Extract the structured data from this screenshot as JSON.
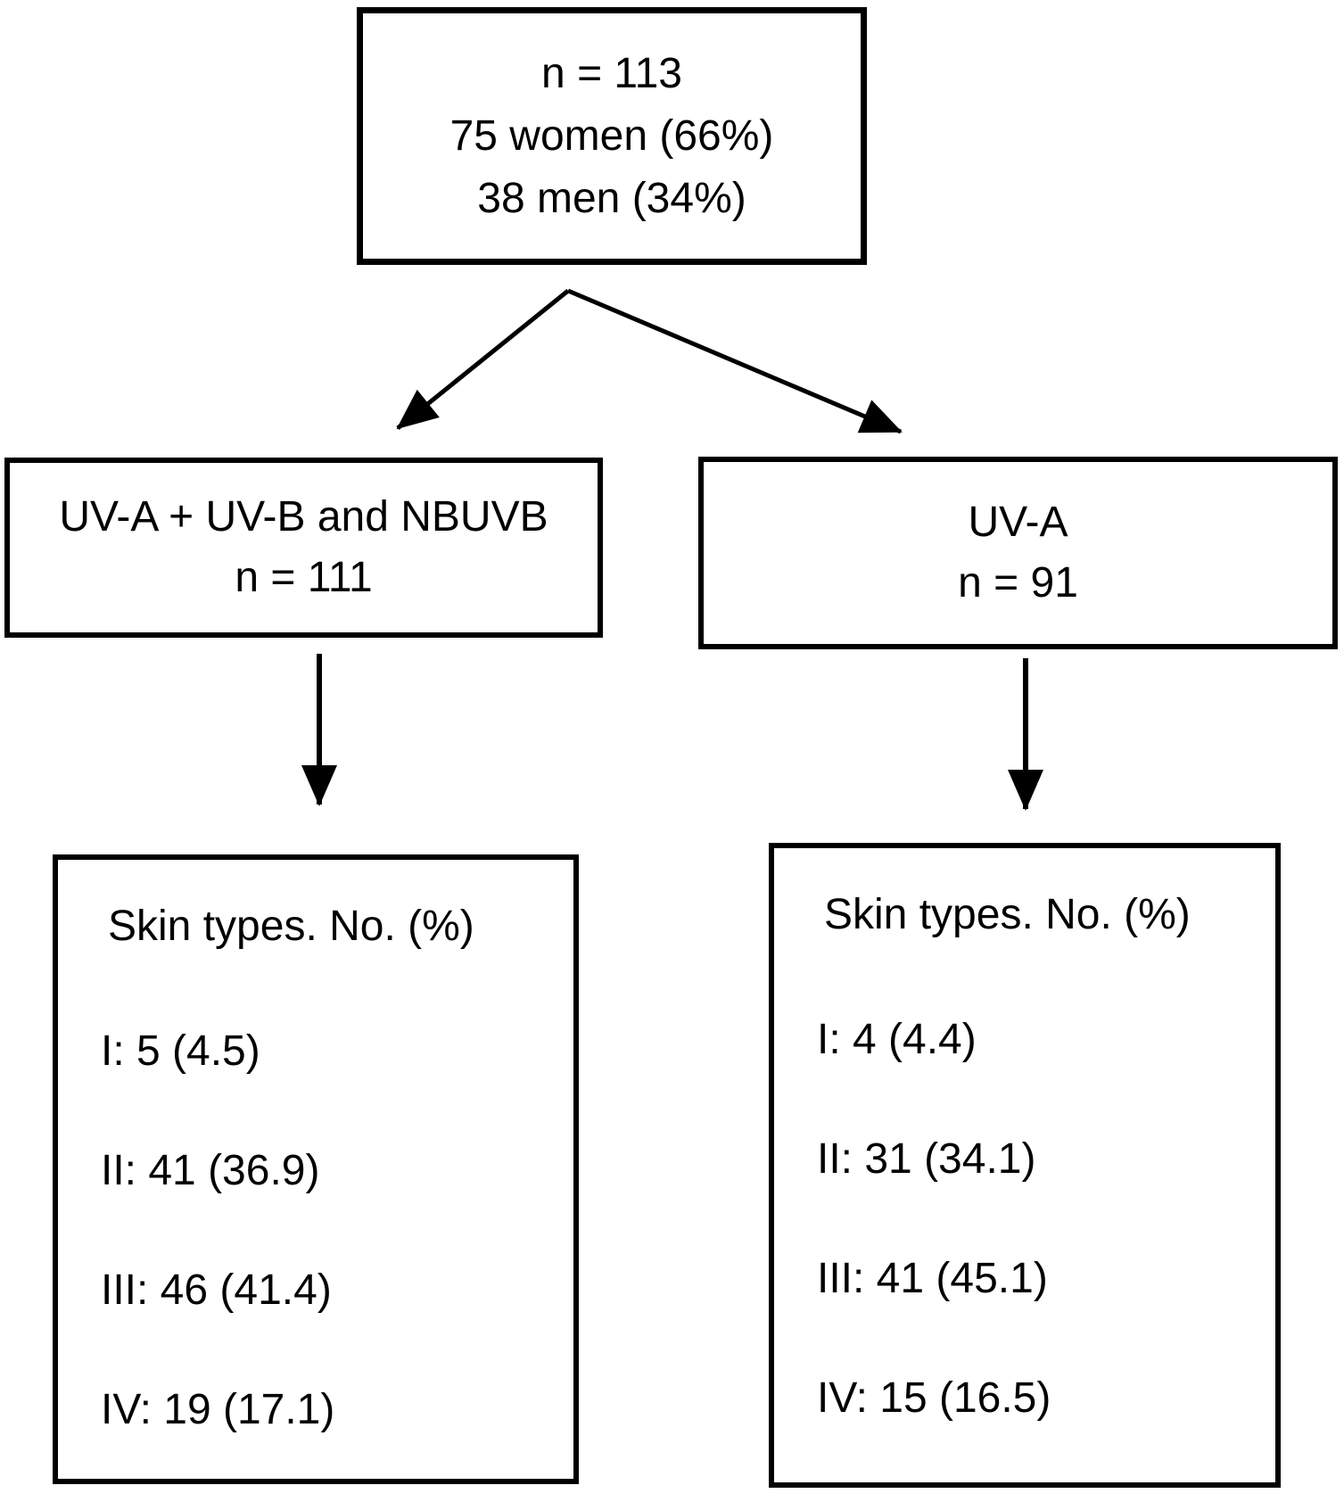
{
  "diagram": {
    "root": {
      "lines": [
        "n = 113",
        "75 women (66%)",
        "38 men (34%)"
      ]
    },
    "left_branch": {
      "lines": [
        "UV-A + UV-B and NBUVB",
        "n = 111"
      ]
    },
    "right_branch": {
      "lines": [
        "UV-A",
        "n = 91"
      ]
    },
    "left_detail": {
      "title": "Skin types. No. (%)",
      "entries": [
        "I: 5 (4.5)",
        "II: 41 (36.9)",
        "III: 46 (41.4)",
        "IV: 19 (17.1)"
      ]
    },
    "right_detail": {
      "title": "Skin types. No. (%)",
      "entries": [
        "I: 4 (4.4)",
        "II: 31 (34.1)",
        "III: 41 (45.1)",
        "IV: 15 (16.5)"
      ]
    },
    "colors": {
      "line": "#000000",
      "background": "#ffffff",
      "text": "#000000"
    }
  }
}
